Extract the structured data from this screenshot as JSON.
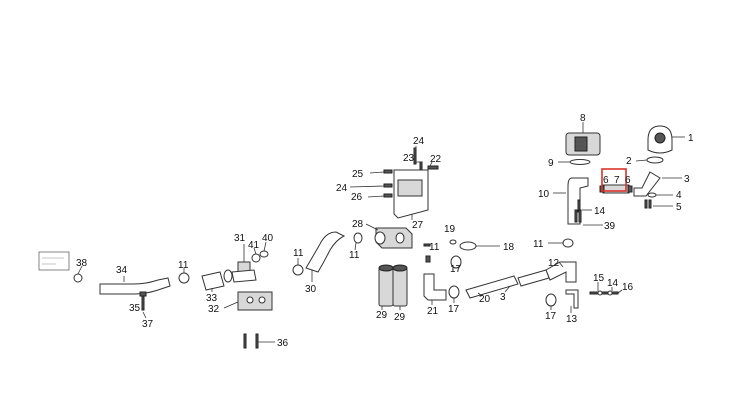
{
  "diagram": {
    "note_label": "",
    "highlight_color": "#d9342b",
    "callouts": [
      {
        "id": "c1",
        "text": "1"
      },
      {
        "id": "c2",
        "text": "2"
      },
      {
        "id": "c3a",
        "text": "3"
      },
      {
        "id": "c4",
        "text": "4"
      },
      {
        "id": "c5",
        "text": "5"
      },
      {
        "id": "c6a",
        "text": "6"
      },
      {
        "id": "c7",
        "text": "7"
      },
      {
        "id": "c6b",
        "text": "6"
      },
      {
        "id": "c8",
        "text": "8"
      },
      {
        "id": "c9",
        "text": "9"
      },
      {
        "id": "c10",
        "text": "10"
      },
      {
        "id": "c14a",
        "text": "14"
      },
      {
        "id": "c39",
        "text": "39"
      },
      {
        "id": "c11a",
        "text": "11"
      },
      {
        "id": "c12",
        "text": "12"
      },
      {
        "id": "c15",
        "text": "15"
      },
      {
        "id": "c14b",
        "text": "14"
      },
      {
        "id": "c16",
        "text": "16"
      },
      {
        "id": "c17a",
        "text": "17"
      },
      {
        "id": "c13",
        "text": "13"
      },
      {
        "id": "c3b",
        "text": "3"
      },
      {
        "id": "c20",
        "text": "20"
      },
      {
        "id": "c17b",
        "text": "17"
      },
      {
        "id": "c19",
        "text": "19"
      },
      {
        "id": "c18",
        "text": "18"
      },
      {
        "id": "c17c",
        "text": "17"
      },
      {
        "id": "c21",
        "text": "21"
      },
      {
        "id": "c11b",
        "text": "11"
      },
      {
        "id": "c24a",
        "text": "24"
      },
      {
        "id": "c23",
        "text": "23"
      },
      {
        "id": "c22",
        "text": "22"
      },
      {
        "id": "c25",
        "text": "25"
      },
      {
        "id": "c24b",
        "text": "24"
      },
      {
        "id": "c26",
        "text": "26"
      },
      {
        "id": "c28",
        "text": "28"
      },
      {
        "id": "c27",
        "text": "27"
      },
      {
        "id": "c11c",
        "text": "11"
      },
      {
        "id": "c29a",
        "text": "29"
      },
      {
        "id": "c29b",
        "text": "29"
      },
      {
        "id": "c11d",
        "text": "11"
      },
      {
        "id": "c30",
        "text": "30"
      },
      {
        "id": "c31",
        "text": "31"
      },
      {
        "id": "c41",
        "text": "41"
      },
      {
        "id": "c40",
        "text": "40"
      },
      {
        "id": "c11e",
        "text": "11"
      },
      {
        "id": "c33",
        "text": "33"
      },
      {
        "id": "c32",
        "text": "32"
      },
      {
        "id": "c36",
        "text": "36"
      },
      {
        "id": "c11f",
        "text": "11"
      },
      {
        "id": "c34",
        "text": "34"
      },
      {
        "id": "c38",
        "text": "38"
      },
      {
        "id": "c35",
        "text": "35"
      },
      {
        "id": "c37",
        "text": "37"
      }
    ]
  }
}
